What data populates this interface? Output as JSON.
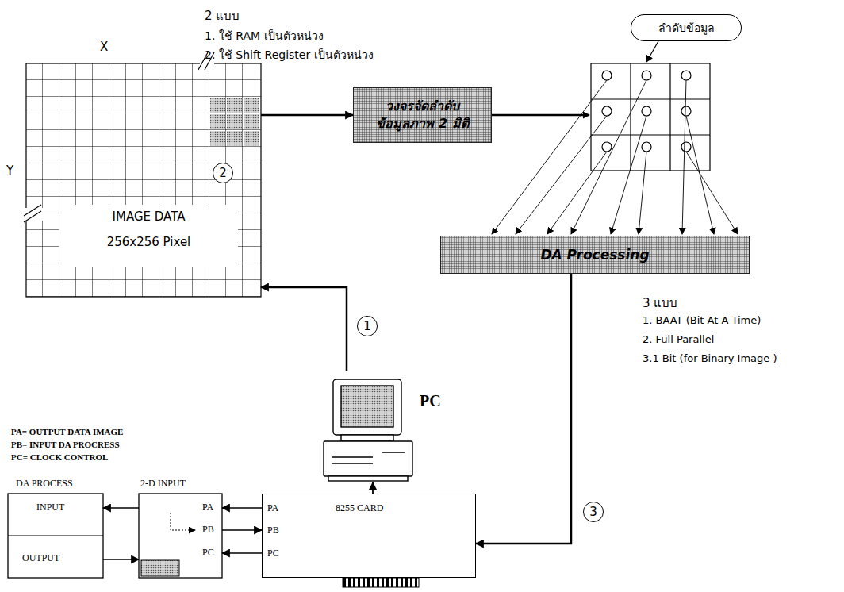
{
  "diagram": {
    "nodes": [
      {
        "text": [
          "IMAGE DATA",
          "256x256 Pixel"
        ]
      },
      {
        "text": [
          "วงจรจัดลำดับ ข้อมูลภาพ 2 มิติ"
        ]
      },
      {
        "text": [
          "ลำดับข้อมูล"
        ]
      },
      {
        "text": [
          "DA Processing"
        ]
      },
      {
        "text": [
          "PC"
        ]
      },
      {
        "text": [
          "DA PROCESS",
          "INPUT",
          "OUTPUT"
        ]
      },
      {
        "text": [
          "2-D INPUT",
          "PA",
          "PB",
          "PC"
        ]
      },
      {
        "text": [
          "PA",
          "8255 CARD",
          "PB",
          "PC"
        ]
      }
    ],
    "edges": [
      {
        "from": 0,
        "to": 1,
        "arrow": "to"
      },
      {
        "from": 4,
        "to": 0,
        "arrow": "to"
      },
      {
        "from": 3,
        "to": 7,
        "arrow": "to"
      },
      {
        "from": 7,
        "to": 4,
        "arrow": "to"
      },
      {
        "from": 7,
        "to": 6,
        "arrow": "to"
      },
      {
        "from": 6,
        "to": 7,
        "arrow": "to"
      },
      {
        "from": 7,
        "to": 6,
        "arrow": "to"
      },
      {
        "from": 6,
        "to": 5,
        "arrow": "to"
      },
      {
        "from": 5,
        "to": 6,
        "arrow": "to"
      }
    ],
    "labels": [
      "2 แบบ",
      "1. ใช้ RAM เป็นตัวหน่วง",
      "2. ใช้ Shift Register เป็นตัวหน่วง",
      "X",
      "Y",
      "2",
      "1",
      "3",
      "3 แบบ",
      "1. BAAT (Bit At A Time)",
      "2. Full Parallel",
      "3.1 Bit (for Binary Image )",
      "PA= OUTPUT DATA IMAGE",
      "PB= INPUT DA PROCRESS",
      "PC= CLOCK CONTROL"
    ]
  }
}
